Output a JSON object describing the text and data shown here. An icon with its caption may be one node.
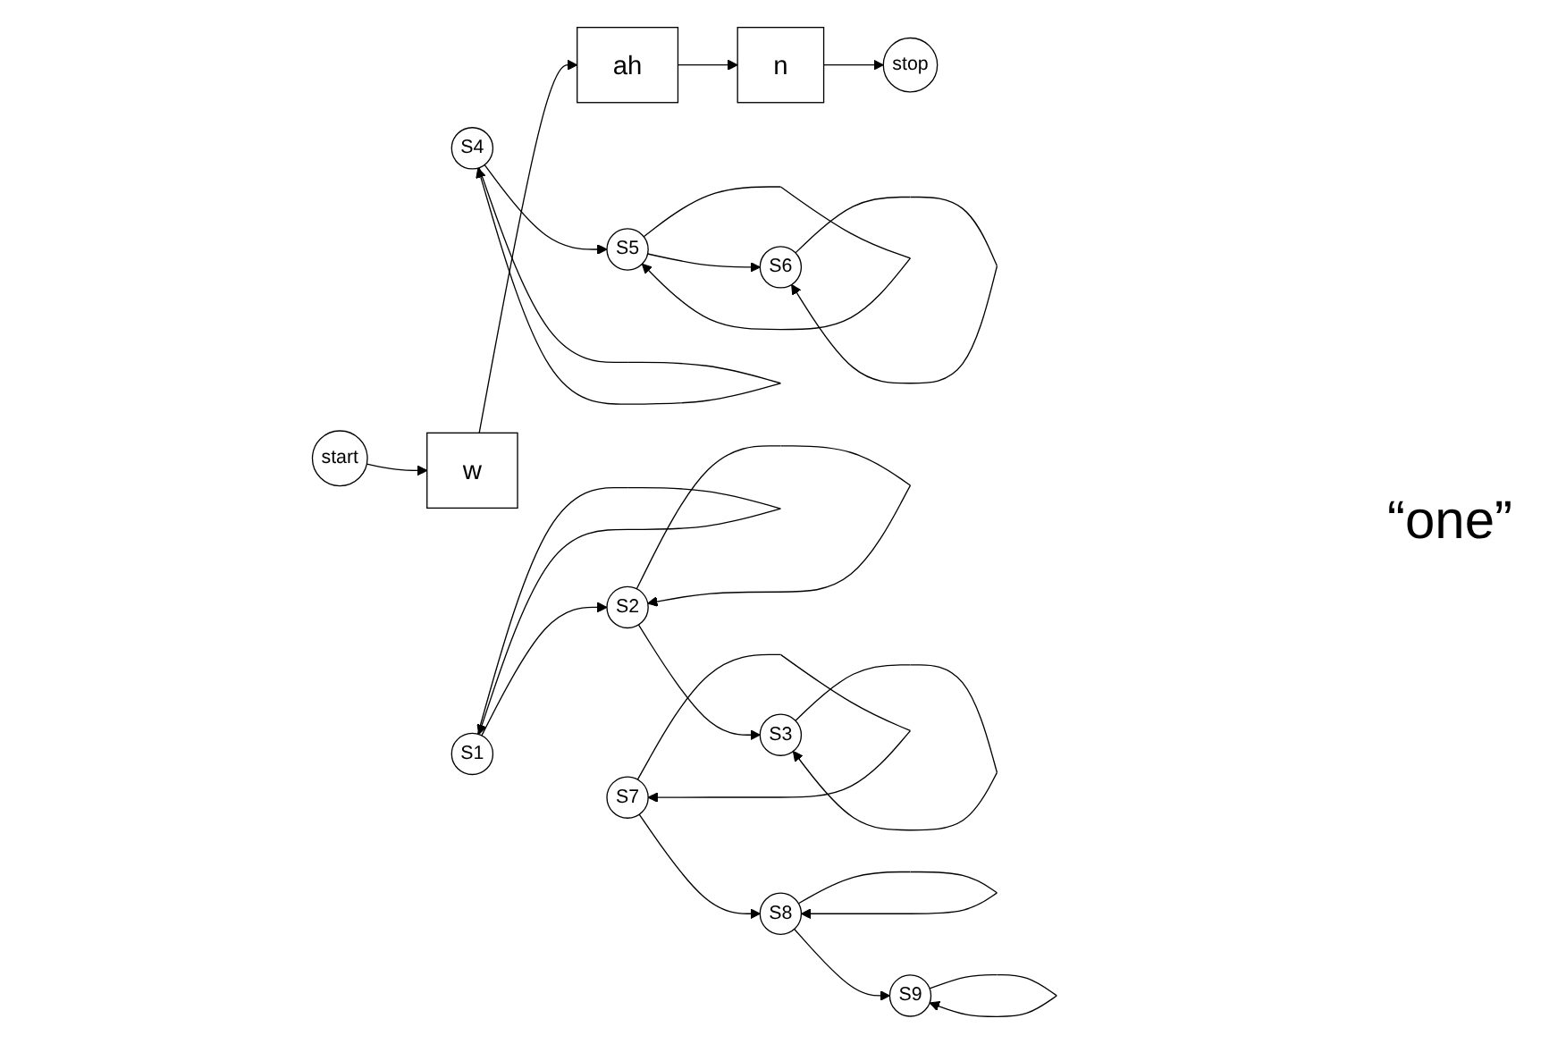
{
  "diagram": {
    "nodes": [
      {
        "text": [
          "S4"
        ]
      },
      {
        "text": [
          "S5"
        ]
      },
      {
        "text": [
          "S6"
        ]
      },
      {
        "text": [
          "start"
        ]
      },
      {
        "text": [
          "w"
        ]
      },
      {
        "text": [
          "ah"
        ]
      },
      {
        "text": [
          "n"
        ]
      },
      {
        "text": [
          "stop"
        ]
      },
      {
        "text": [
          "S1"
        ]
      },
      {
        "text": [
          "S2"
        ]
      },
      {
        "text": [
          "S3"
        ]
      },
      {
        "text": [
          "S7"
        ]
      },
      {
        "text": [
          "S8"
        ]
      },
      {
        "text": [
          "S9"
        ]
      }
    ],
    "edges": [
      {
        "from": 0,
        "to": 0,
        "arrow": "to"
      },
      {
        "from": 1,
        "to": 1,
        "arrow": "to"
      },
      {
        "from": 2,
        "to": 2,
        "arrow": "to"
      },
      {
        "from": 0,
        "to": 1,
        "arrow": "to"
      },
      {
        "from": 1,
        "to": 2,
        "arrow": "to"
      },
      {
        "from": 3,
        "to": 4,
        "arrow": "to"
      },
      {
        "from": 4,
        "to": 5,
        "arrow": "to"
      },
      {
        "from": 5,
        "to": 6,
        "arrow": "to"
      },
      {
        "from": 6,
        "to": 7,
        "arrow": "to"
      },
      {
        "from": 8,
        "to": 8,
        "arrow": "to"
      },
      {
        "from": 9,
        "to": 9,
        "arrow": "to"
      },
      {
        "from": 10,
        "to": 10,
        "arrow": "to"
      },
      {
        "from": 8,
        "to": 9,
        "arrow": "to"
      },
      {
        "from": 9,
        "to": 10,
        "arrow": "to"
      },
      {
        "from": 11,
        "to": 11,
        "arrow": "to"
      },
      {
        "from": 12,
        "to": 12,
        "arrow": "to"
      },
      {
        "from": 13,
        "to": 13,
        "arrow": "to"
      },
      {
        "from": 11,
        "to": 12,
        "arrow": "to"
      },
      {
        "from": 12,
        "to": 13,
        "arrow": "to"
      }
    ],
    "labels": [
      "“one”"
    ]
  }
}
